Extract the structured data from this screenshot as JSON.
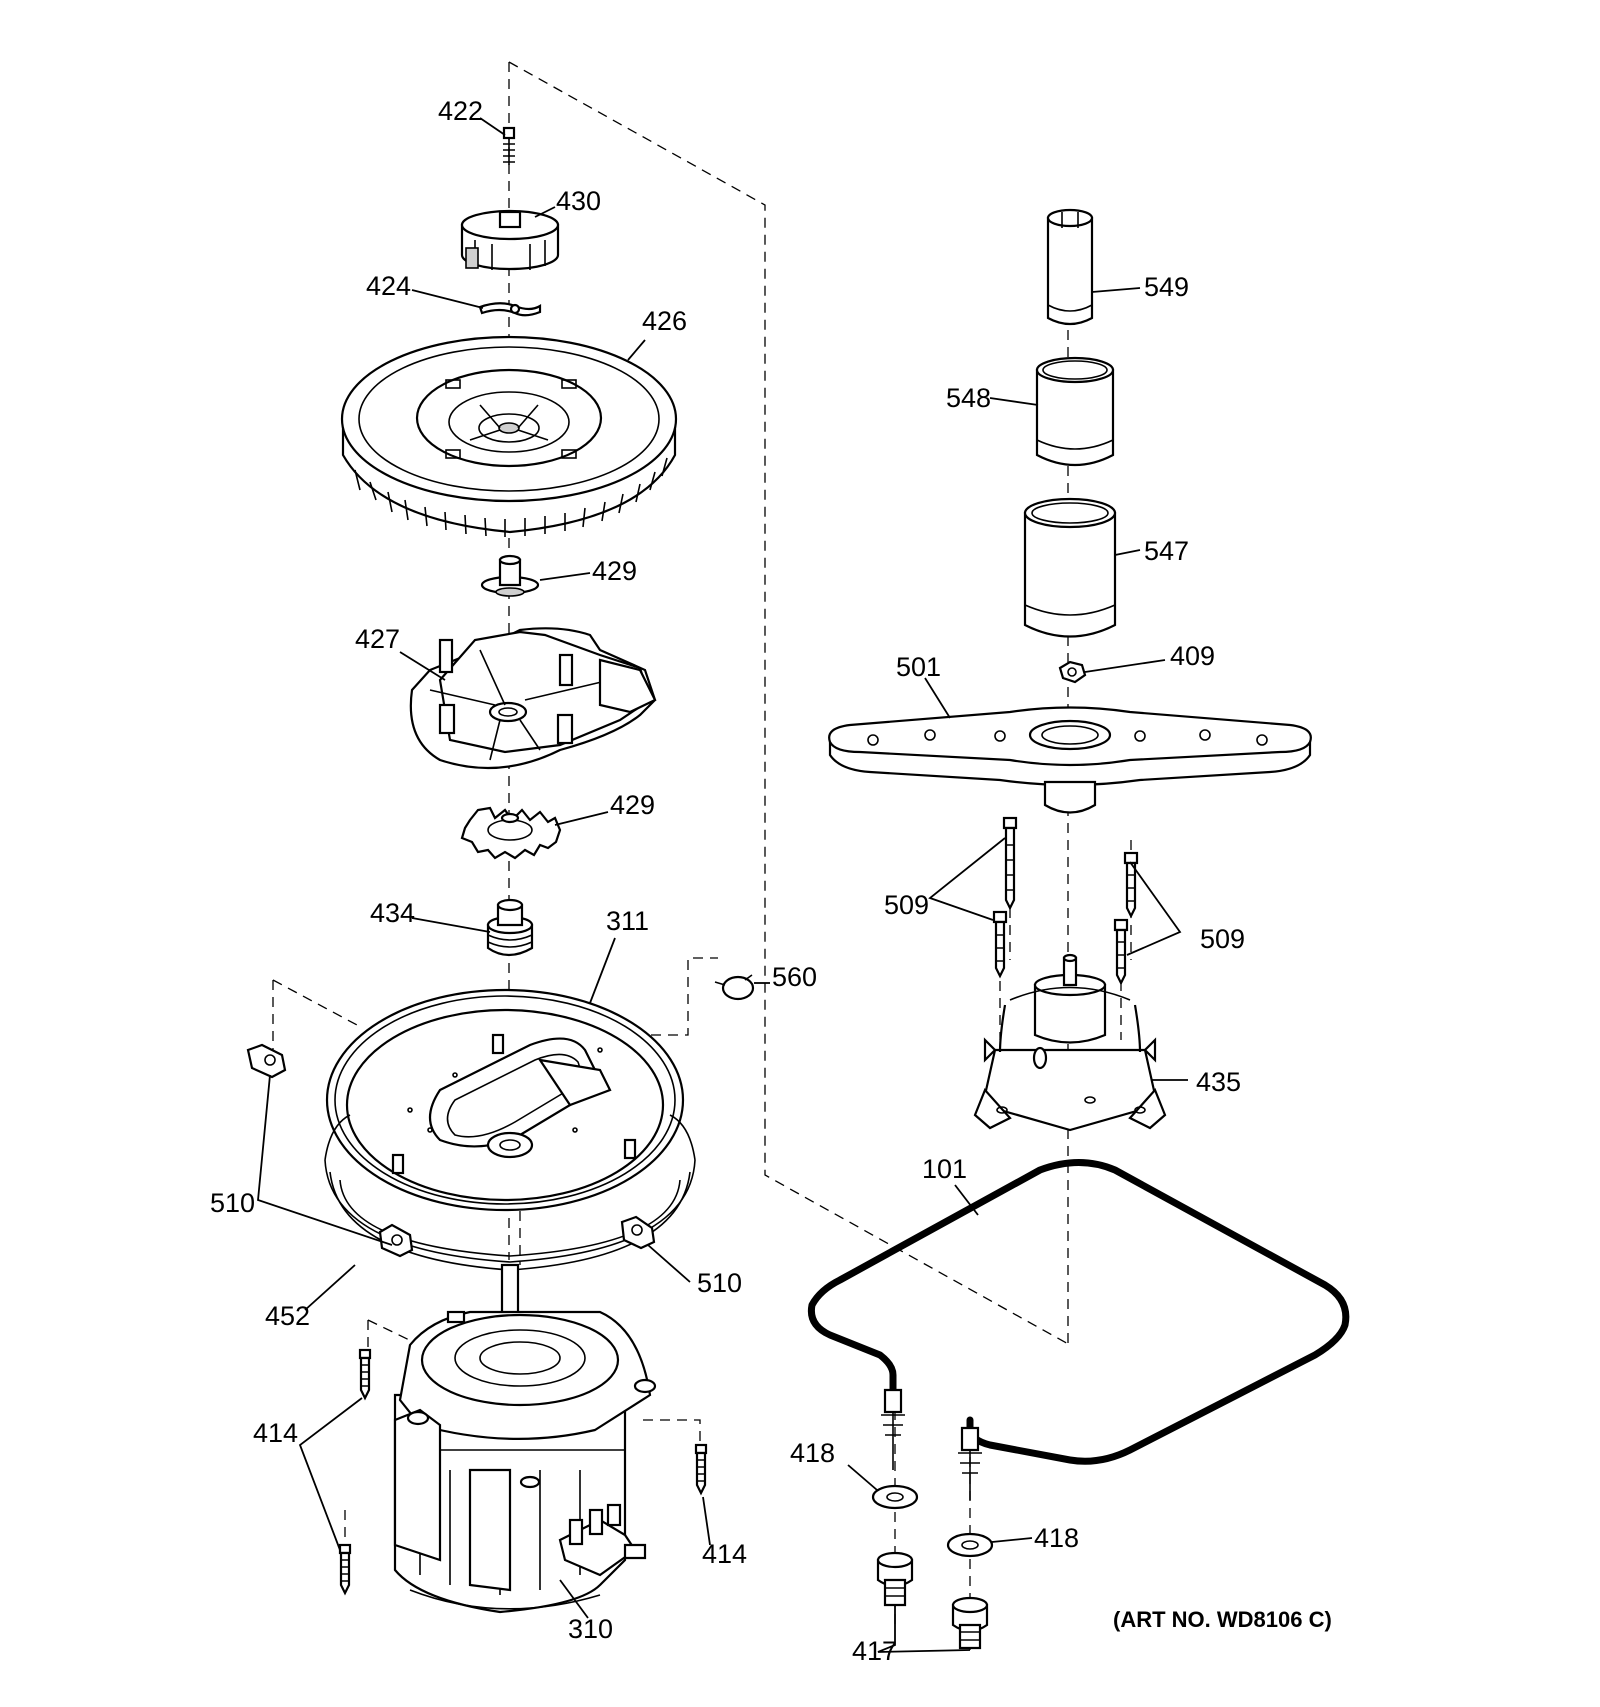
{
  "art_number": "(ART NO. WD8106 C)",
  "callouts": {
    "p422": "422",
    "p430": "430",
    "p424": "424",
    "p426": "426",
    "p429a": "429",
    "p427": "427",
    "p429b": "429",
    "p434": "434",
    "p311": "311",
    "p560": "560",
    "p510a": "510",
    "p510b": "510",
    "p452": "452",
    "p414a": "414",
    "p414b": "414",
    "p310": "310",
    "p549": "549",
    "p548": "548",
    "p547": "547",
    "p409": "409",
    "p501": "501",
    "p509a": "509",
    "p509b": "509",
    "p435": "435",
    "p101": "101",
    "p418a": "418",
    "p418b": "418",
    "p417": "417"
  },
  "icons": [
    "screw",
    "impeller",
    "gear-wheel",
    "pump-housing",
    "seal",
    "sump",
    "motor",
    "wash-arm",
    "tube",
    "hub",
    "heater-element",
    "washer",
    "nut"
  ]
}
